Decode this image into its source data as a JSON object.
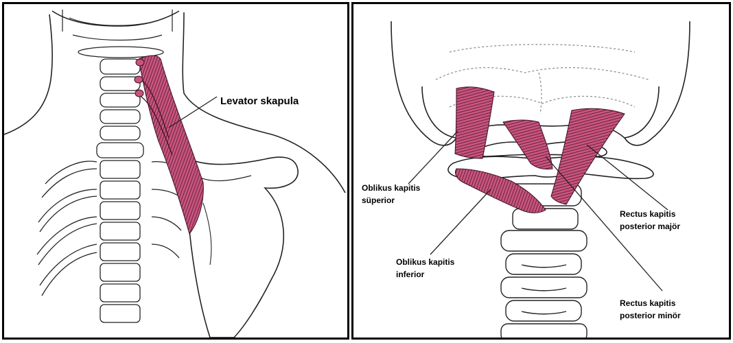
{
  "labels": {
    "levator": "Levator skapula",
    "oblique_sup_1": "Oblikus kapitis",
    "oblique_sup_2": "süperior",
    "oblique_inf_1": "Oblikus kapitis",
    "oblique_inf_2": "inferior",
    "rect_major_1": "Rectus kapitis",
    "rect_major_2": "posterior majör",
    "rect_minor_1": "Rectus kapitis",
    "rect_minor_2": "posterior minör"
  },
  "colors": {
    "muscle": "#c9547e",
    "muscle_dark": "#3a1022",
    "line": "#222222",
    "skull_dots": "#888888"
  }
}
